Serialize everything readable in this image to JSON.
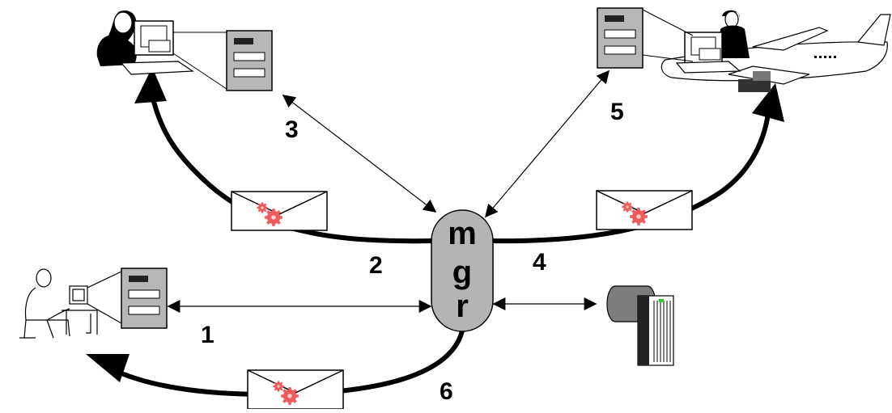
{
  "center_node": {
    "lines": [
      "m",
      "g",
      "r"
    ],
    "fill": "#b4b4b4"
  },
  "step_labels": {
    "s1": "1",
    "s2": "2",
    "s3": "3",
    "s4": "4",
    "s5": "5",
    "s6": "6"
  },
  "colors": {
    "line": "#000000",
    "envelope": "#ffffff",
    "gear": "#ef5a5a",
    "form_fill": "#b7b7b7",
    "form_dark_bar": "#222222",
    "server_fill": "#7d7d7d"
  },
  "icons": {
    "top_left_user": "woman-at-computer-icon",
    "bottom_left_user": "person-at-desk-icon",
    "top_right_user": "airline-agent-plane-icon",
    "server": "server-tower-icon",
    "form": "form-window-icon",
    "message": "envelope-gear-icon"
  }
}
